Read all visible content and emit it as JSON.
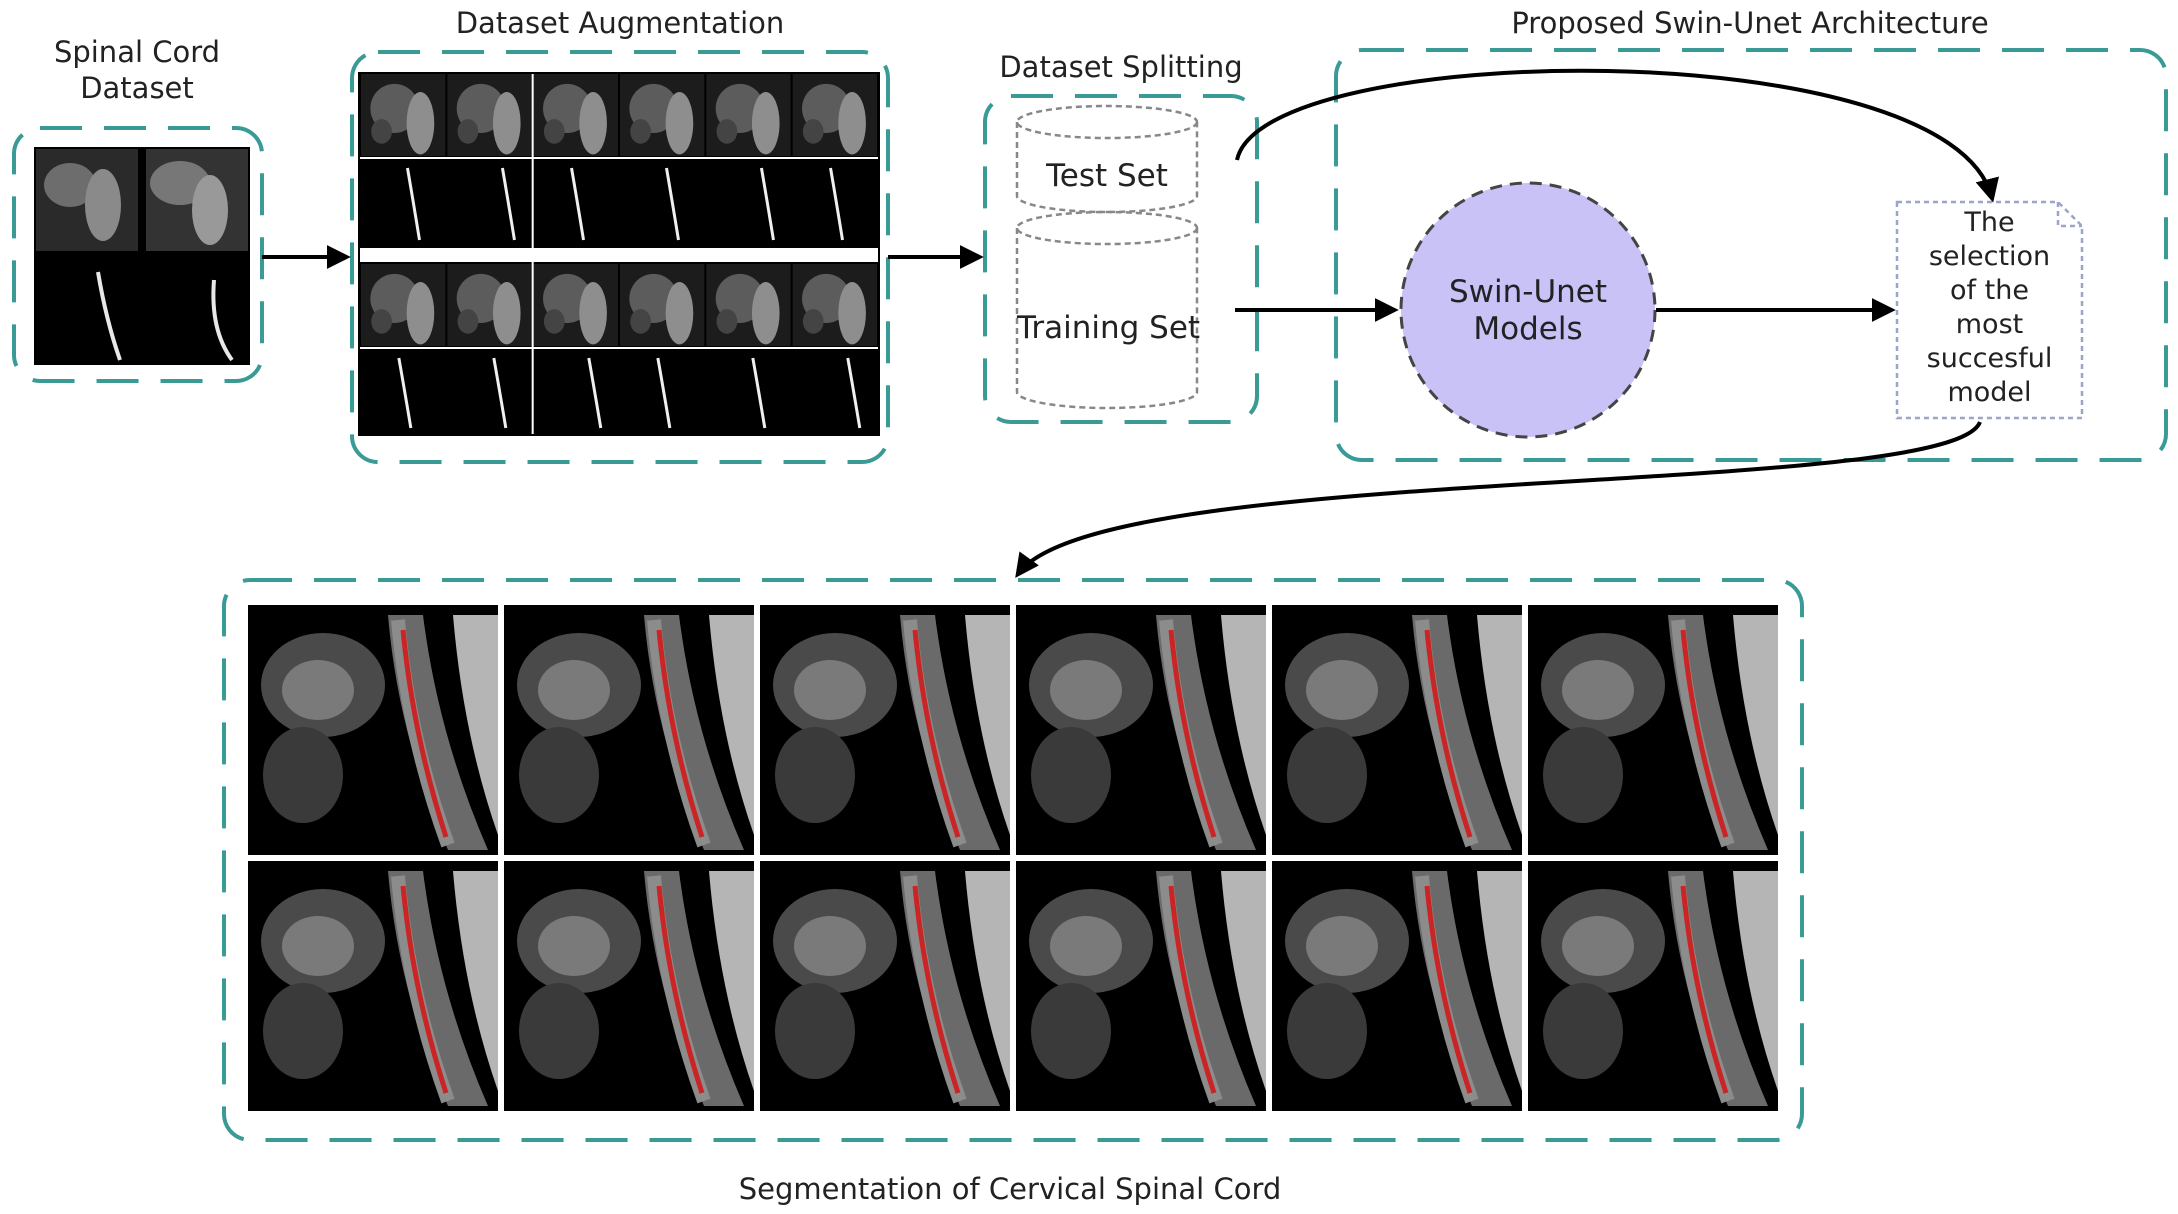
{
  "titles": {
    "dataset": "Spinal Cord\nDataset",
    "augmentation": "Dataset Augmentation",
    "splitting": "Dataset Splitting",
    "architecture": "Proposed Swin-Unet Architecture",
    "segmentation": "Segmentation of Cervical Spinal Cord"
  },
  "splitting": {
    "test_set": "Test Set",
    "training_set": "Training Set"
  },
  "architecture": {
    "model": "Swin-Unet\nModels",
    "selection": "The\nselection\nof the\nmost\nsuccesful\nmodel"
  },
  "colors": {
    "dashed_border": "#3a9a96",
    "model_circle": "#c8c2f7",
    "segmentation_overlay": "#d01818",
    "mri_background": "#000000"
  },
  "icons": {
    "arrow": "arrow-icon",
    "database": "cylinder-icon",
    "document": "document-icon"
  }
}
